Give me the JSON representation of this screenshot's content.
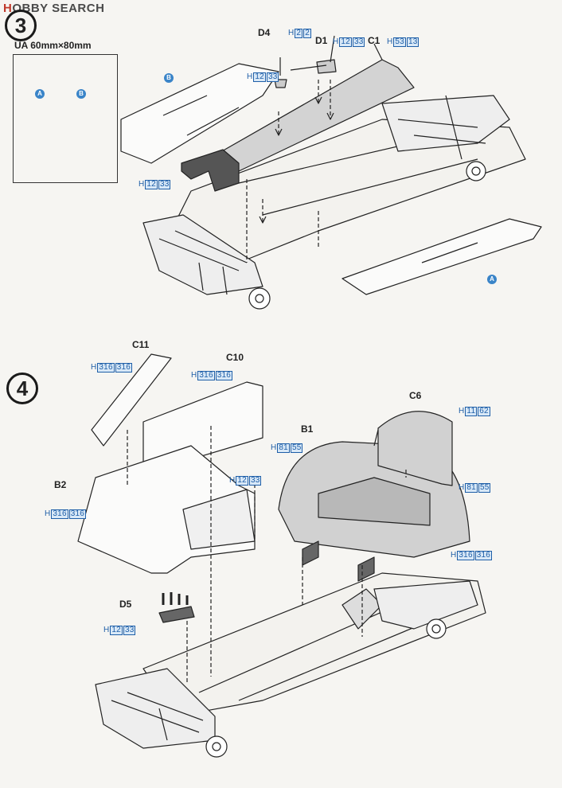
{
  "watermark": {
    "prefix": "H",
    "brand": "OBBY SEARCH"
  },
  "step3": {
    "number": "3",
    "ua_title": "UA 60mm×80mm",
    "ua_badges": {
      "a": "A",
      "b": "B"
    },
    "labels": {
      "d4": "D4",
      "d1": "D1",
      "c1": "C1"
    },
    "codes": {
      "d4": {
        "h": "H",
        "a": "2",
        "b": "2"
      },
      "d1": {
        "h": "H",
        "a": "12",
        "b": "33"
      },
      "c1": {
        "h": "H",
        "a": "53",
        "b": "13"
      },
      "d4_mid": {
        "h": "H",
        "a": "12",
        "b": "33"
      },
      "bracket": {
        "h": "H",
        "a": "12",
        "b": "33"
      }
    },
    "badges": {
      "b": "B",
      "a": "A"
    }
  },
  "step4": {
    "number": "4",
    "labels": {
      "c11": "C11",
      "c10": "C10",
      "b2": "B2",
      "b1": "B1",
      "c6": "C6",
      "d5": "D5"
    },
    "codes": {
      "c11": {
        "h": "H",
        "a": "316",
        "b": "316"
      },
      "c10": {
        "h": "H",
        "a": "316",
        "b": "316"
      },
      "b2_inner": {
        "h": "H",
        "a": "12",
        "b": "33"
      },
      "b2": {
        "h": "H",
        "a": "316",
        "b": "316"
      },
      "b1": {
        "h": "H",
        "a": "81",
        "b": "55"
      },
      "c6": {
        "h": "H",
        "a": "11",
        "b": "62"
      },
      "c6_side": {
        "h": "H",
        "a": "81",
        "b": "55"
      },
      "b1_side": {
        "h": "H",
        "a": "316",
        "b": "316"
      },
      "d5": {
        "h": "H",
        "a": "12",
        "b": "33"
      }
    }
  }
}
